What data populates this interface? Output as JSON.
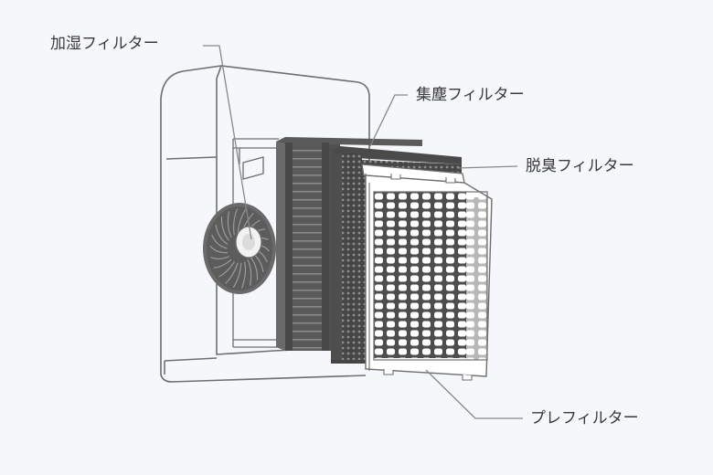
{
  "labels": {
    "humidifier_filter": "加湿フィルター",
    "hepa_filter": "集塵フィルター",
    "deodorizing_filter": "脱臭フィルター",
    "pre_filter": "プレフィルター"
  },
  "colors": {
    "background": "#f5f7fa",
    "outline": "#6e6e6e",
    "leader_line": "#888888",
    "filter_dark": "#555555",
    "filter_darker": "#484848",
    "prefilter_mesh": "#4d4d4d",
    "fan": "#626262",
    "label_text": "#3a3a3a"
  }
}
